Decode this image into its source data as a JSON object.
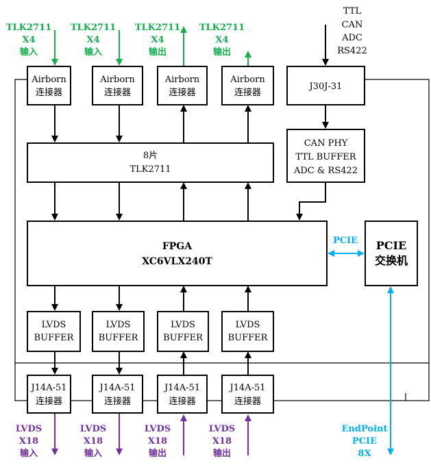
{
  "colors": {
    "green": "#13b04b",
    "purple": "#7030a0",
    "cyan": "#00b0f0",
    "black": "#000000"
  },
  "top_labels": [
    {
      "l1": "TLK2711",
      "l2": "X4",
      "l3": "输入"
    },
    {
      "l1": "TLK2711",
      "l2": "X4",
      "l3": "输入"
    },
    {
      "l1": "TLK2711",
      "l2": "X4",
      "l3": "输出"
    },
    {
      "l1": "TLK2711",
      "l2": "X4",
      "l3": "输出"
    }
  ],
  "top_right_labels": [
    "TTL",
    "CAN",
    "ADC",
    "RS422"
  ],
  "airborn": [
    {
      "l1": "Airborn",
      "l2": "连接器"
    },
    {
      "l1": "Airborn",
      "l2": "连接器"
    },
    {
      "l1": "Airborn",
      "l2": "连接器"
    },
    {
      "l1": "Airborn",
      "l2": "连接器"
    }
  ],
  "j30j": "J30J-31",
  "tlk": {
    "l1": "8片",
    "l2": "TLK2711"
  },
  "can_phy": {
    "l1": "CAN  PHY",
    "l2": "TTL BUFFER",
    "l3": "ADC & RS422"
  },
  "fpga": {
    "l1": "FPGA",
    "l2": "XC6VLX240T"
  },
  "pcie_link_label": "PCIE",
  "pcie_switch": {
    "l1": "PCIE",
    "l2": "交换机"
  },
  "lvds_buffers": [
    {
      "l1": "LVDS",
      "l2": "BUFFER"
    },
    {
      "l1": "LVDS",
      "l2": "BUFFER"
    },
    {
      "l1": "LVDS",
      "l2": "BUFFER"
    },
    {
      "l1": "LVDS",
      "l2": "BUFFER"
    }
  ],
  "j14a": [
    {
      "l1": "J14A-51",
      "l2": "连接器"
    },
    {
      "l1": "J14A-51",
      "l2": "连接器"
    },
    {
      "l1": "J14A-51",
      "l2": "连接器"
    },
    {
      "l1": "J14A-51",
      "l2": "连接器"
    }
  ],
  "bottom_labels": [
    {
      "l1": "LVDS",
      "l2": "X18",
      "l3": "输入"
    },
    {
      "l1": "LVDS",
      "l2": "X18",
      "l3": "输入"
    },
    {
      "l1": "LVDS",
      "l2": "X18",
      "l3": "输出"
    },
    {
      "l1": "LVDS",
      "l2": "X18",
      "l3": "输出"
    }
  ],
  "endpoint": {
    "l1": "EndPoint",
    "l2": "PCIE",
    "l3": "8X"
  }
}
